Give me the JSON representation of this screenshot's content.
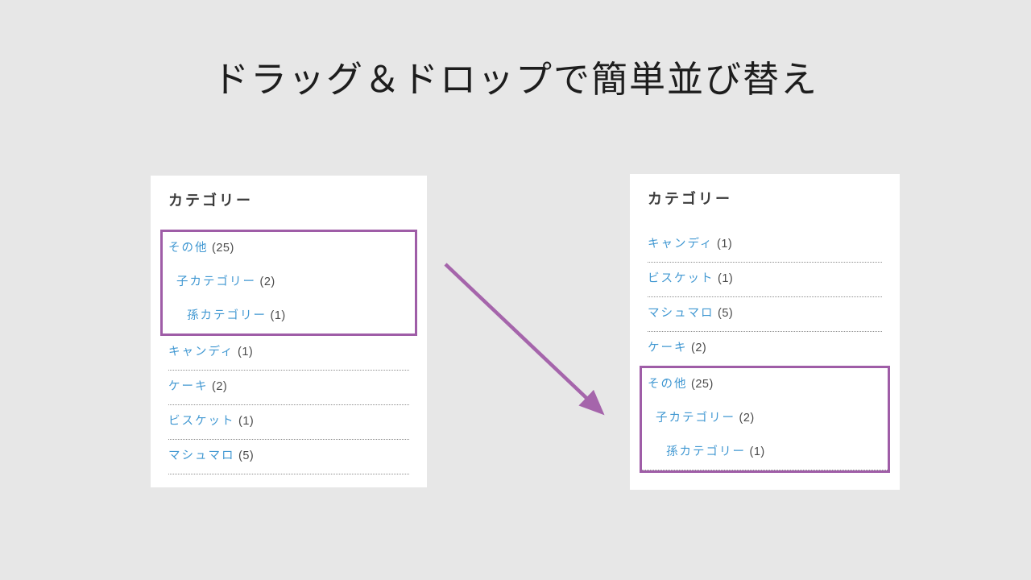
{
  "title": "ドラッグ＆ドロップで簡単並び替え",
  "colors": {
    "background": "#e7e7e7",
    "panel": "#ffffff",
    "link": "#4198d2",
    "count_text": "#4a4a4a",
    "heading_text": "#3b3b3b",
    "highlight_border": "#9f5da7",
    "arrow": "#a565ab",
    "divider": "#909090"
  },
  "left_panel": {
    "heading": "カテゴリー",
    "rows": [
      {
        "type": "group",
        "bottom_divider": false,
        "items": [
          {
            "label": "その他",
            "count": "(25)",
            "depth": 0
          },
          {
            "label": "子カテゴリー",
            "count": "(2)",
            "depth": 1
          },
          {
            "label": "孫カテゴリー",
            "count": "(1)",
            "depth": 2
          }
        ]
      },
      {
        "type": "item",
        "label": "キャンディ",
        "count": "(1)",
        "divider": true
      },
      {
        "type": "item",
        "label": "ケーキ",
        "count": "(2)",
        "divider": true
      },
      {
        "type": "item",
        "label": "ビスケット",
        "count": "(1)",
        "divider": true
      },
      {
        "type": "item",
        "label": "マシュマロ",
        "count": "(5)",
        "divider": true
      }
    ]
  },
  "right_panel": {
    "heading": "カテゴリー",
    "rows": [
      {
        "type": "item",
        "label": "キャンディ",
        "count": "(1)",
        "divider": true
      },
      {
        "type": "item",
        "label": "ビスケット",
        "count": "(1)",
        "divider": true
      },
      {
        "type": "item",
        "label": "マシュマロ",
        "count": "(5)",
        "divider": true
      },
      {
        "type": "item",
        "label": "ケーキ",
        "count": "(2)",
        "divider": false
      },
      {
        "type": "group",
        "bottom_divider": true,
        "items": [
          {
            "label": "その他",
            "count": "(25)",
            "depth": 0
          },
          {
            "label": "子カテゴリー",
            "count": "(2)",
            "depth": 1
          },
          {
            "label": "孫カテゴリー",
            "count": "(1)",
            "depth": 2
          }
        ]
      }
    ]
  }
}
